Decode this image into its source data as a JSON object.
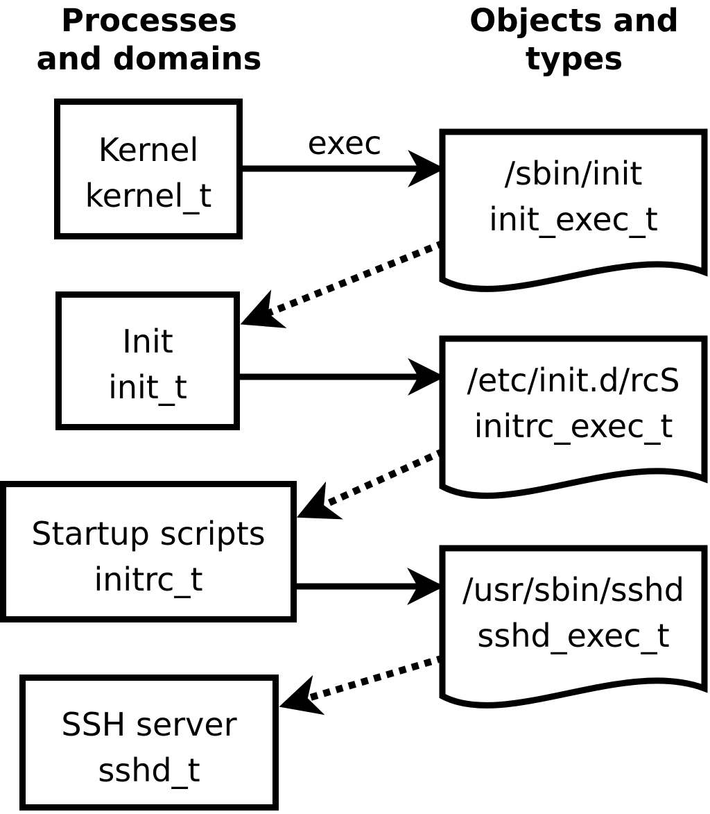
{
  "page": {
    "background_color": "#ffffff",
    "ink_color": "#000000"
  },
  "column_titles": {
    "processes": {
      "line1": "Processes",
      "line2": "and domains"
    },
    "objects": {
      "line1": "Objects and",
      "line2": "types"
    }
  },
  "process_nodes": [
    {
      "label": "Kernel",
      "domain": "kernel_t"
    },
    {
      "label": "Init",
      "domain": "init_t"
    },
    {
      "label": "Startup scripts",
      "domain": "initrc_t"
    },
    {
      "label": "SSH server",
      "domain": "sshd_t"
    }
  ],
  "object_nodes": [
    {
      "path": "/sbin/init",
      "type": "init_exec_t"
    },
    {
      "path": "/etc/init.d/rcS",
      "type": "initrc_exec_t"
    },
    {
      "path": "/usr/sbin/sshd",
      "type": "sshd_exec_t"
    }
  ],
  "edges": {
    "exec_label": "exec"
  }
}
